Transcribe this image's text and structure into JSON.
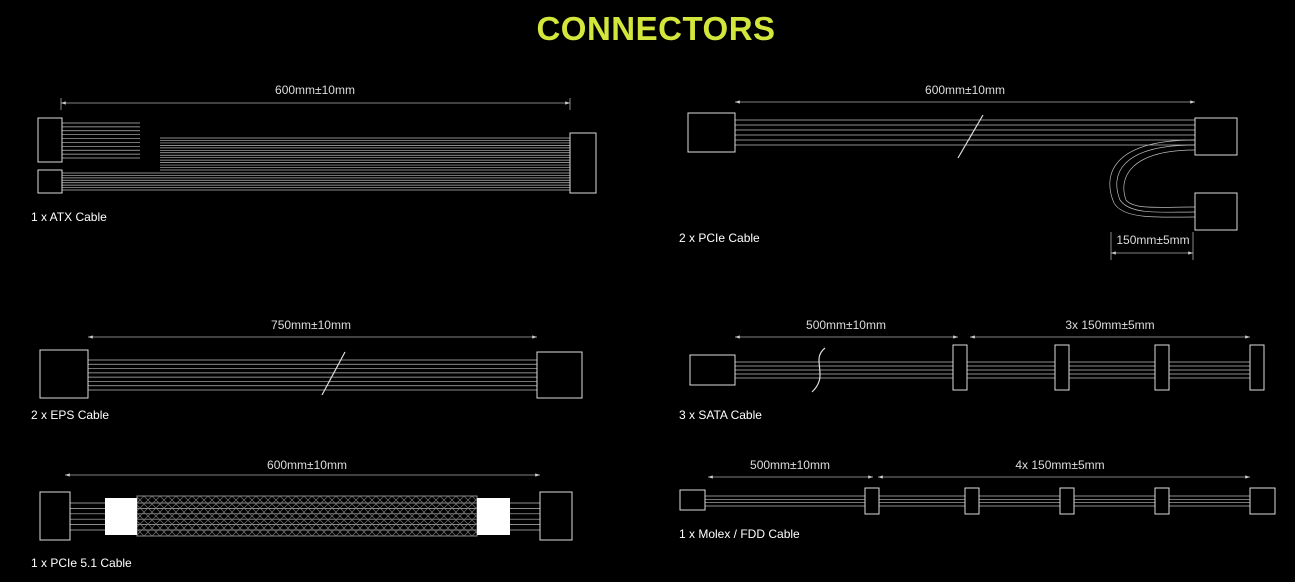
{
  "title": "CONNECTORS",
  "cables": {
    "atx": {
      "caption": "1 x ATX Cable",
      "length": "600mm±10mm"
    },
    "pcie": {
      "caption": "2 x PCIe Cable",
      "length": "600mm±10mm",
      "branch_length": "150mm±5mm"
    },
    "eps": {
      "caption": "2 x EPS Cable",
      "length": "750mm±10mm"
    },
    "sata": {
      "caption": "3 x SATA Cable",
      "length": "500mm±10mm",
      "segment_length": "3x 150mm±5mm"
    },
    "pcie51": {
      "caption": "1 x PCIe 5.1 Cable",
      "length": "600mm±10mm"
    },
    "molex": {
      "caption": "1 x Molex / FDD Cable",
      "length": "500mm±10mm",
      "segment_length": "4x 150mm±5mm"
    }
  },
  "colors": {
    "title": "#d3e63b",
    "background": "#000000"
  }
}
